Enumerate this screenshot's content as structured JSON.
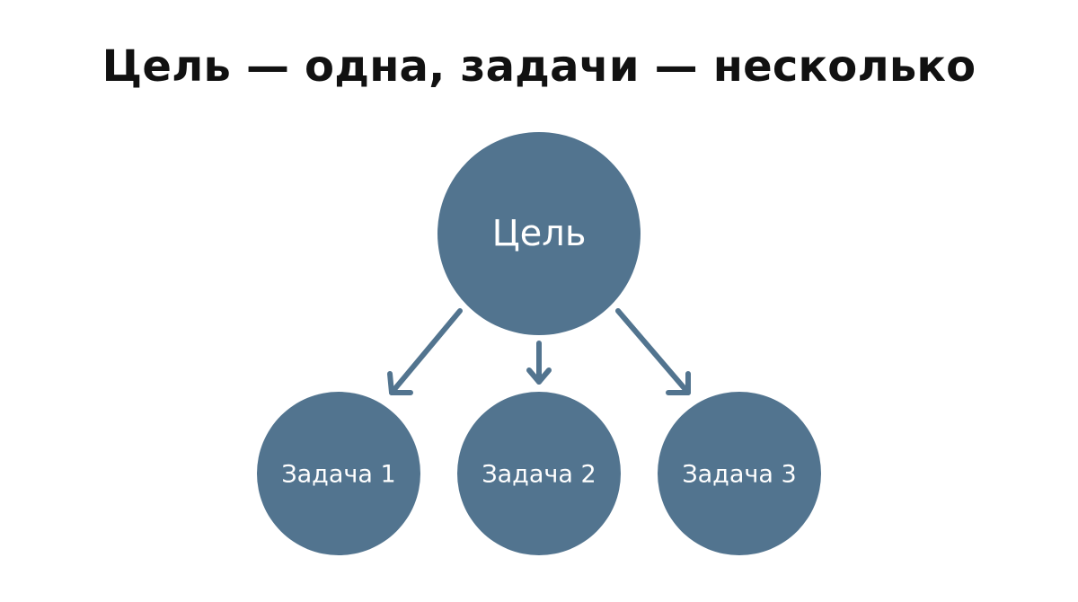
{
  "title": "Цель — одна, задачи — несколько",
  "colors": {
    "node_fill": "#52748f",
    "arrow": "#52748f",
    "title_text": "#111111",
    "node_text": "#ffffff",
    "background": "#ffffff"
  },
  "goal": {
    "label": "Цель"
  },
  "tasks": [
    {
      "label": "Задача 1"
    },
    {
      "label": "Задача 2"
    },
    {
      "label": "Задача 3"
    }
  ]
}
